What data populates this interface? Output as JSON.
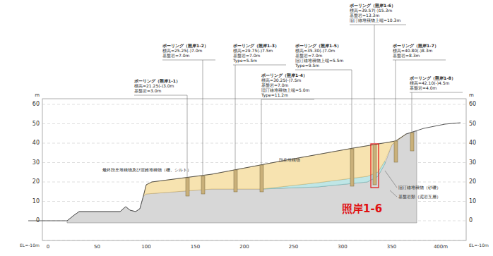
{
  "diagram": {
    "labels": [
      "ボーリング（照岸1-1）",
      "標高=21.25(-)3.0m",
      "基盤岩=3.0m",
      "ボーリング（照岸1-2）",
      "標高=25.25(-)7.0m",
      "基盤岩=7.0m",
      "ボーリング（照岸1-3）",
      "標高=29.75(-)7.5m",
      "基盤岩=7.0m",
      "Type=5.5m",
      "ボーリング（照岸1-4）",
      "標高=30.25(-)7.5m",
      "基盤岩=7.0m",
      "旧汀線堆積物上端=5.0m",
      "Type=11.2m",
      "ボーリング（照岸1-5）",
      "標高=35.30(-)7.0m",
      "基盤岩=7.0m",
      "旧汀線堆積物上端=5.5m",
      "Type=9.5m",
      "ボーリング（照岸1-6）",
      "標高=39.57(-)15.3m",
      "基盤岩=13.3m",
      "旧汀線堆積物上端=10.3m",
      "ボーリング（照岸1-7）",
      "標高=40.80(-)8.3m",
      "基盤岩=8.3m",
      "ボーリング（照岸1-8）",
      "標高=42.10(-)4.5m",
      "基盤岩=4.0m",
      "最終段丘堆積物及び崖錐堆積物（礫、シルト）",
      "段丘堆積物",
      "旧汀線堆積物（砂礫）",
      "基盤岩類（泥岩互層）",
      "照岸1-6",
      "60",
      "50",
      "40",
      "30",
      "20",
      "10",
      "0",
      "60",
      "50",
      "40",
      "30",
      "20",
      "10",
      "0",
      "m",
      "m",
      "0",
      "50",
      "100",
      "150",
      "200",
      "250",
      "300",
      "350",
      "400m",
      "EL=-10m",
      "EL=-10m"
    ]
  }
}
